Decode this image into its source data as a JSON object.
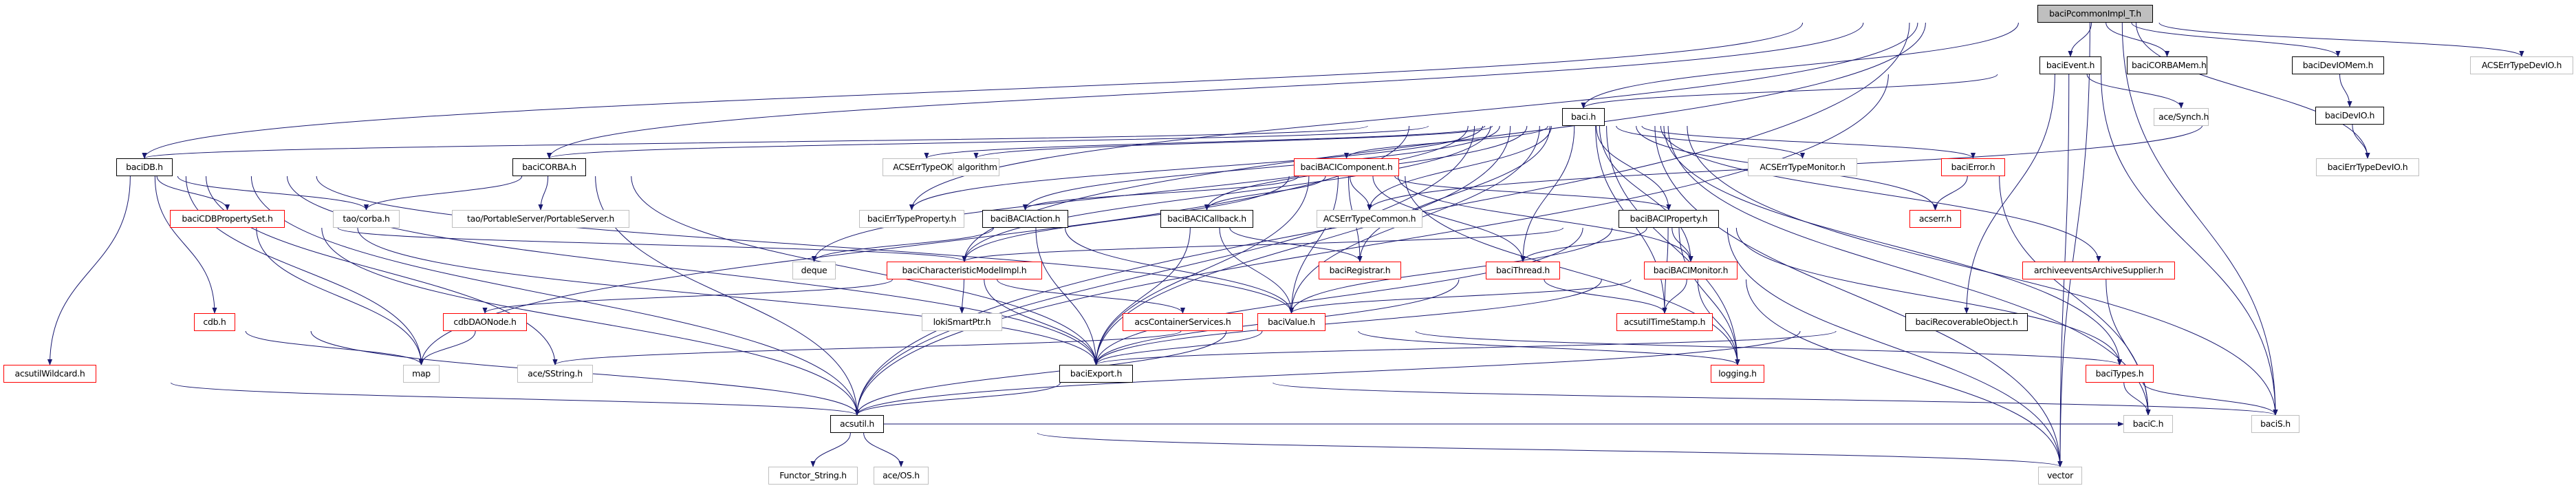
{
  "title": "baciPcommonImpl_T.h include dependency graph",
  "colors": {
    "edge": "#191970",
    "documented": "#000000",
    "undocumented": "#ff0000",
    "external": "#bfbfbf",
    "root_fill": "#bfbfbf"
  },
  "nodes": [
    {
      "id": "root",
      "label": "baciPcommonImpl_T.h",
      "kind": "root"
    },
    {
      "id": "baciEvent",
      "label": "baciEvent.h",
      "kind": "doc"
    },
    {
      "id": "baciCORBAMem",
      "label": "baciCORBAMem.h",
      "kind": "doc"
    },
    {
      "id": "baciDevIOMem",
      "label": "baciDevIOMem.h",
      "kind": "doc"
    },
    {
      "id": "ACSErrTypeDevIO",
      "label": "ACSErrTypeDevIO.h",
      "kind": "ext"
    },
    {
      "id": "baci",
      "label": "baci.h",
      "kind": "doc"
    },
    {
      "id": "aceSynch",
      "label": "ace/Synch.h",
      "kind": "ext"
    },
    {
      "id": "baciDevIO",
      "label": "baciDevIO.h",
      "kind": "doc"
    },
    {
      "id": "baciDB",
      "label": "baciDB.h",
      "kind": "doc"
    },
    {
      "id": "baciCORBA",
      "label": "baciCORBA.h",
      "kind": "doc"
    },
    {
      "id": "ACSErrTypeOK",
      "label": "ACSErrTypeOK.h",
      "kind": "ext"
    },
    {
      "id": "algorithm",
      "label": "algorithm",
      "kind": "ext"
    },
    {
      "id": "baciBACIComponent",
      "label": "baciBACIComponent.h",
      "kind": "red"
    },
    {
      "id": "ACSErrTypeMonitor",
      "label": "ACSErrTypeMonitor.h",
      "kind": "ext"
    },
    {
      "id": "baciError",
      "label": "baciError.h",
      "kind": "red"
    },
    {
      "id": "baciErrTypeDevIO",
      "label": "baciErrTypeDevIO.h",
      "kind": "ext"
    },
    {
      "id": "baciCDBPropertySet",
      "label": "baciCDBPropertySet.h",
      "kind": "red"
    },
    {
      "id": "taoCorba",
      "label": "tao/corba.h",
      "kind": "ext"
    },
    {
      "id": "taoPS",
      "label": "tao/PortableServer/PortableServer.h",
      "kind": "ext"
    },
    {
      "id": "baciErrTypeProperty",
      "label": "baciErrTypeProperty.h",
      "kind": "ext"
    },
    {
      "id": "baciBACIAction",
      "label": "baciBACIAction.h",
      "kind": "doc"
    },
    {
      "id": "baciBACICallback",
      "label": "baciBACICallback.h",
      "kind": "doc"
    },
    {
      "id": "ACSErrTypeCommon",
      "label": "ACSErrTypeCommon.h",
      "kind": "ext"
    },
    {
      "id": "baciBACIProperty",
      "label": "baciBACIProperty.h",
      "kind": "doc"
    },
    {
      "id": "acserr",
      "label": "acserr.h",
      "kind": "red"
    },
    {
      "id": "deque",
      "label": "deque",
      "kind": "ext"
    },
    {
      "id": "baciCharModelImpl",
      "label": "baciCharacteristicModelImpl.h",
      "kind": "red"
    },
    {
      "id": "baciRegistrar",
      "label": "baciRegistrar.h",
      "kind": "red"
    },
    {
      "id": "baciThread",
      "label": "baciThread.h",
      "kind": "red"
    },
    {
      "id": "baciBACIMonitor",
      "label": "baciBACIMonitor.h",
      "kind": "red"
    },
    {
      "id": "archiveSupplier",
      "label": "archiveeventsArchiveSupplier.h",
      "kind": "red"
    },
    {
      "id": "cdb",
      "label": "cdb.h",
      "kind": "red"
    },
    {
      "id": "cdbDAONode",
      "label": "cdbDAONode.h",
      "kind": "red"
    },
    {
      "id": "lokiSmartPtr",
      "label": "lokiSmartPtr.h",
      "kind": "ext"
    },
    {
      "id": "acsContainerServices",
      "label": "acsContainerServices.h",
      "kind": "red"
    },
    {
      "id": "baciValue",
      "label": "baciValue.h",
      "kind": "red"
    },
    {
      "id": "acsutilTimeStamp",
      "label": "acsutilTimeStamp.h",
      "kind": "red"
    },
    {
      "id": "baciRecoverableObject",
      "label": "baciRecoverableObject.h",
      "kind": "doc"
    },
    {
      "id": "acsutilWildcard",
      "label": "acsutilWildcard.h",
      "kind": "red"
    },
    {
      "id": "map",
      "label": "map",
      "kind": "ext"
    },
    {
      "id": "aceSString",
      "label": "ace/SString.h",
      "kind": "ext"
    },
    {
      "id": "baciExport",
      "label": "baciExport.h",
      "kind": "doc"
    },
    {
      "id": "logging",
      "label": "logging.h",
      "kind": "red"
    },
    {
      "id": "baciTypes",
      "label": "baciTypes.h",
      "kind": "red"
    },
    {
      "id": "acsutil",
      "label": "acsutil.h",
      "kind": "doc"
    },
    {
      "id": "baciC",
      "label": "baciC.h",
      "kind": "ext"
    },
    {
      "id": "baciS",
      "label": "baciS.h",
      "kind": "ext"
    },
    {
      "id": "FunctorString",
      "label": "Functor_String.h",
      "kind": "ext"
    },
    {
      "id": "aceOS",
      "label": "ace/OS.h",
      "kind": "ext"
    },
    {
      "id": "vector",
      "label": "vector",
      "kind": "ext"
    }
  ],
  "edges": [
    [
      "root",
      "baciEvent"
    ],
    [
      "root",
      "baciCORBAMem"
    ],
    [
      "root",
      "baciDevIOMem"
    ],
    [
      "root",
      "ACSErrTypeDevIO"
    ],
    [
      "root",
      "baci"
    ],
    [
      "root",
      "baciDB"
    ],
    [
      "root",
      "baciCORBA"
    ],
    [
      "root",
      "baciErrTypeDevIO"
    ],
    [
      "root",
      "baciS"
    ],
    [
      "root",
      "baciCharModelImpl"
    ],
    [
      "root",
      "baciErrTypeProperty"
    ],
    [
      "root",
      "acsutil"
    ],
    [
      "root",
      "vector"
    ],
    [
      "baciEvent",
      "baci"
    ],
    [
      "baciEvent",
      "aceSynch"
    ],
    [
      "baciEvent",
      "baciRecoverableObject"
    ],
    [
      "baciEvent",
      "acsutil"
    ],
    [
      "baciEvent",
      "vector"
    ],
    [
      "baciEvent",
      "baciS"
    ],
    [
      "baciDevIOMem",
      "baciDevIO"
    ],
    [
      "baciDevIO",
      "baciErrTypeDevIO"
    ],
    [
      "baciDevIO",
      "ACSErrTypeCommon"
    ],
    [
      "baci",
      "baciDB"
    ],
    [
      "baci",
      "baciCORBA"
    ],
    [
      "baci",
      "ACSErrTypeOK"
    ],
    [
      "baci",
      "algorithm"
    ],
    [
      "baci",
      "baciBACIComponent"
    ],
    [
      "baci",
      "ACSErrTypeMonitor"
    ],
    [
      "baci",
      "baciError"
    ],
    [
      "baci",
      "acserr"
    ],
    [
      "baci",
      "baciErrTypeProperty"
    ],
    [
      "baci",
      "baciBACIAction"
    ],
    [
      "baci",
      "baciBACICallback"
    ],
    [
      "baci",
      "ACSErrTypeCommon"
    ],
    [
      "baci",
      "baciBACIProperty"
    ],
    [
      "baci",
      "deque"
    ],
    [
      "baci",
      "baciCharModelImpl"
    ],
    [
      "baci",
      "baciRegistrar"
    ],
    [
      "baci",
      "baciThread"
    ],
    [
      "baci",
      "baciBACIMonitor"
    ],
    [
      "baci",
      "archiveSupplier"
    ],
    [
      "baci",
      "baciValue"
    ],
    [
      "baci",
      "acsutilTimeStamp"
    ],
    [
      "baci",
      "baciExport"
    ],
    [
      "baci",
      "logging"
    ],
    [
      "baci",
      "baciTypes"
    ],
    [
      "baci",
      "acsutil"
    ],
    [
      "baci",
      "baciC"
    ],
    [
      "baci",
      "baciS"
    ],
    [
      "baci",
      "vector"
    ],
    [
      "baci",
      "map"
    ],
    [
      "baciDB",
      "baciCDBPropertySet"
    ],
    [
      "baciDB",
      "taoCorba"
    ],
    [
      "baciDB",
      "cdb"
    ],
    [
      "baciDB",
      "acsutilWildcard"
    ],
    [
      "baciDB",
      "map"
    ],
    [
      "baciDB",
      "aceSString"
    ],
    [
      "baciDB",
      "baciExport"
    ],
    [
      "baciDB",
      "acsutil"
    ],
    [
      "baciDB",
      "baciValue"
    ],
    [
      "baciCORBA",
      "taoCorba"
    ],
    [
      "baciCORBA",
      "taoPS"
    ],
    [
      "baciCORBA",
      "baciExport"
    ],
    [
      "baciCORBA",
      "acsutil"
    ],
    [
      "baciCDBPropertySet",
      "baciCharModelImpl"
    ],
    [
      "baciCDBPropertySet",
      "map"
    ],
    [
      "baciCDBPropertySet",
      "baciExport"
    ],
    [
      "baciCDBPropertySet",
      "acsutil"
    ],
    [
      "baciBACIComponent",
      "baciBACIAction"
    ],
    [
      "baciBACIComponent",
      "baciBACICallback"
    ],
    [
      "baciBACIComponent",
      "ACSErrTypeCommon"
    ],
    [
      "baciBACIComponent",
      "baciBACIProperty"
    ],
    [
      "baciBACIComponent",
      "baciCharModelImpl"
    ],
    [
      "baciBACIComponent",
      "baciRegistrar"
    ],
    [
      "baciBACIComponent",
      "baciThread"
    ],
    [
      "baciBACIComponent",
      "baciBACIMonitor"
    ],
    [
      "baciBACIComponent",
      "baciValue"
    ],
    [
      "baciBACIComponent",
      "baciExport"
    ],
    [
      "baciBACIComponent",
      "logging"
    ],
    [
      "baciError",
      "acserr"
    ],
    [
      "baciError",
      "baciC"
    ],
    [
      "baciBACIAction",
      "deque"
    ],
    [
      "baciBACIAction",
      "baciValue"
    ],
    [
      "baciBACIAction",
      "baciExport"
    ],
    [
      "baciBACICallback",
      "baciRegistrar"
    ],
    [
      "baciBACICallback",
      "baciValue"
    ],
    [
      "baciBACICallback",
      "baciExport"
    ],
    [
      "baciBACIProperty",
      "baciCharModelImpl"
    ],
    [
      "baciBACIProperty",
      "baciThread"
    ],
    [
      "baciBACIProperty",
      "baciBACIMonitor"
    ],
    [
      "baciBACIProperty",
      "baciValue"
    ],
    [
      "baciBACIProperty",
      "baciExport"
    ],
    [
      "baciBACIProperty",
      "logging"
    ],
    [
      "baciBACIProperty",
      "acsutilTimeStamp"
    ],
    [
      "baciBACIProperty",
      "baciTypes"
    ],
    [
      "baciBACIProperty",
      "vector"
    ],
    [
      "baciCharModelImpl",
      "cdbDAONode"
    ],
    [
      "baciCharModelImpl",
      "lokiSmartPtr"
    ],
    [
      "baciCharModelImpl",
      "acsContainerServices"
    ],
    [
      "baciCharModelImpl",
      "baciExport"
    ],
    [
      "baciThread",
      "acsutilTimeStamp"
    ],
    [
      "baciThread",
      "baciExport"
    ],
    [
      "baciBACIMonitor",
      "acsutilTimeStamp"
    ],
    [
      "baciBACIMonitor",
      "baciValue"
    ],
    [
      "baciBACIMonitor",
      "logging"
    ],
    [
      "baciBACIMonitor",
      "baciExport"
    ],
    [
      "baciBACIMonitor",
      "vector"
    ],
    [
      "archiveSupplier",
      "baciC"
    ],
    [
      "cdb",
      "map"
    ],
    [
      "cdb",
      "acsutil"
    ],
    [
      "cdbDAONode",
      "map"
    ],
    [
      "baciValue",
      "aceSString"
    ],
    [
      "baciValue",
      "baciExport"
    ],
    [
      "baciValue",
      "logging"
    ],
    [
      "baciValue",
      "baciTypes"
    ],
    [
      "baciValue",
      "acsutil"
    ],
    [
      "baciRecoverableObject",
      "baciExport"
    ],
    [
      "baciRecoverableObject",
      "acsutil"
    ],
    [
      "acsutilWildcard",
      "acsutil"
    ],
    [
      "baciExport",
      "acsutil"
    ],
    [
      "baciExport",
      "baciS"
    ],
    [
      "baciTypes",
      "baciC"
    ],
    [
      "baciTypes",
      "baciS"
    ],
    [
      "acsutil",
      "FunctorString"
    ],
    [
      "acsutil",
      "aceOS"
    ],
    [
      "acsutil",
      "vector"
    ],
    [
      "acsutil",
      "baciC"
    ]
  ]
}
